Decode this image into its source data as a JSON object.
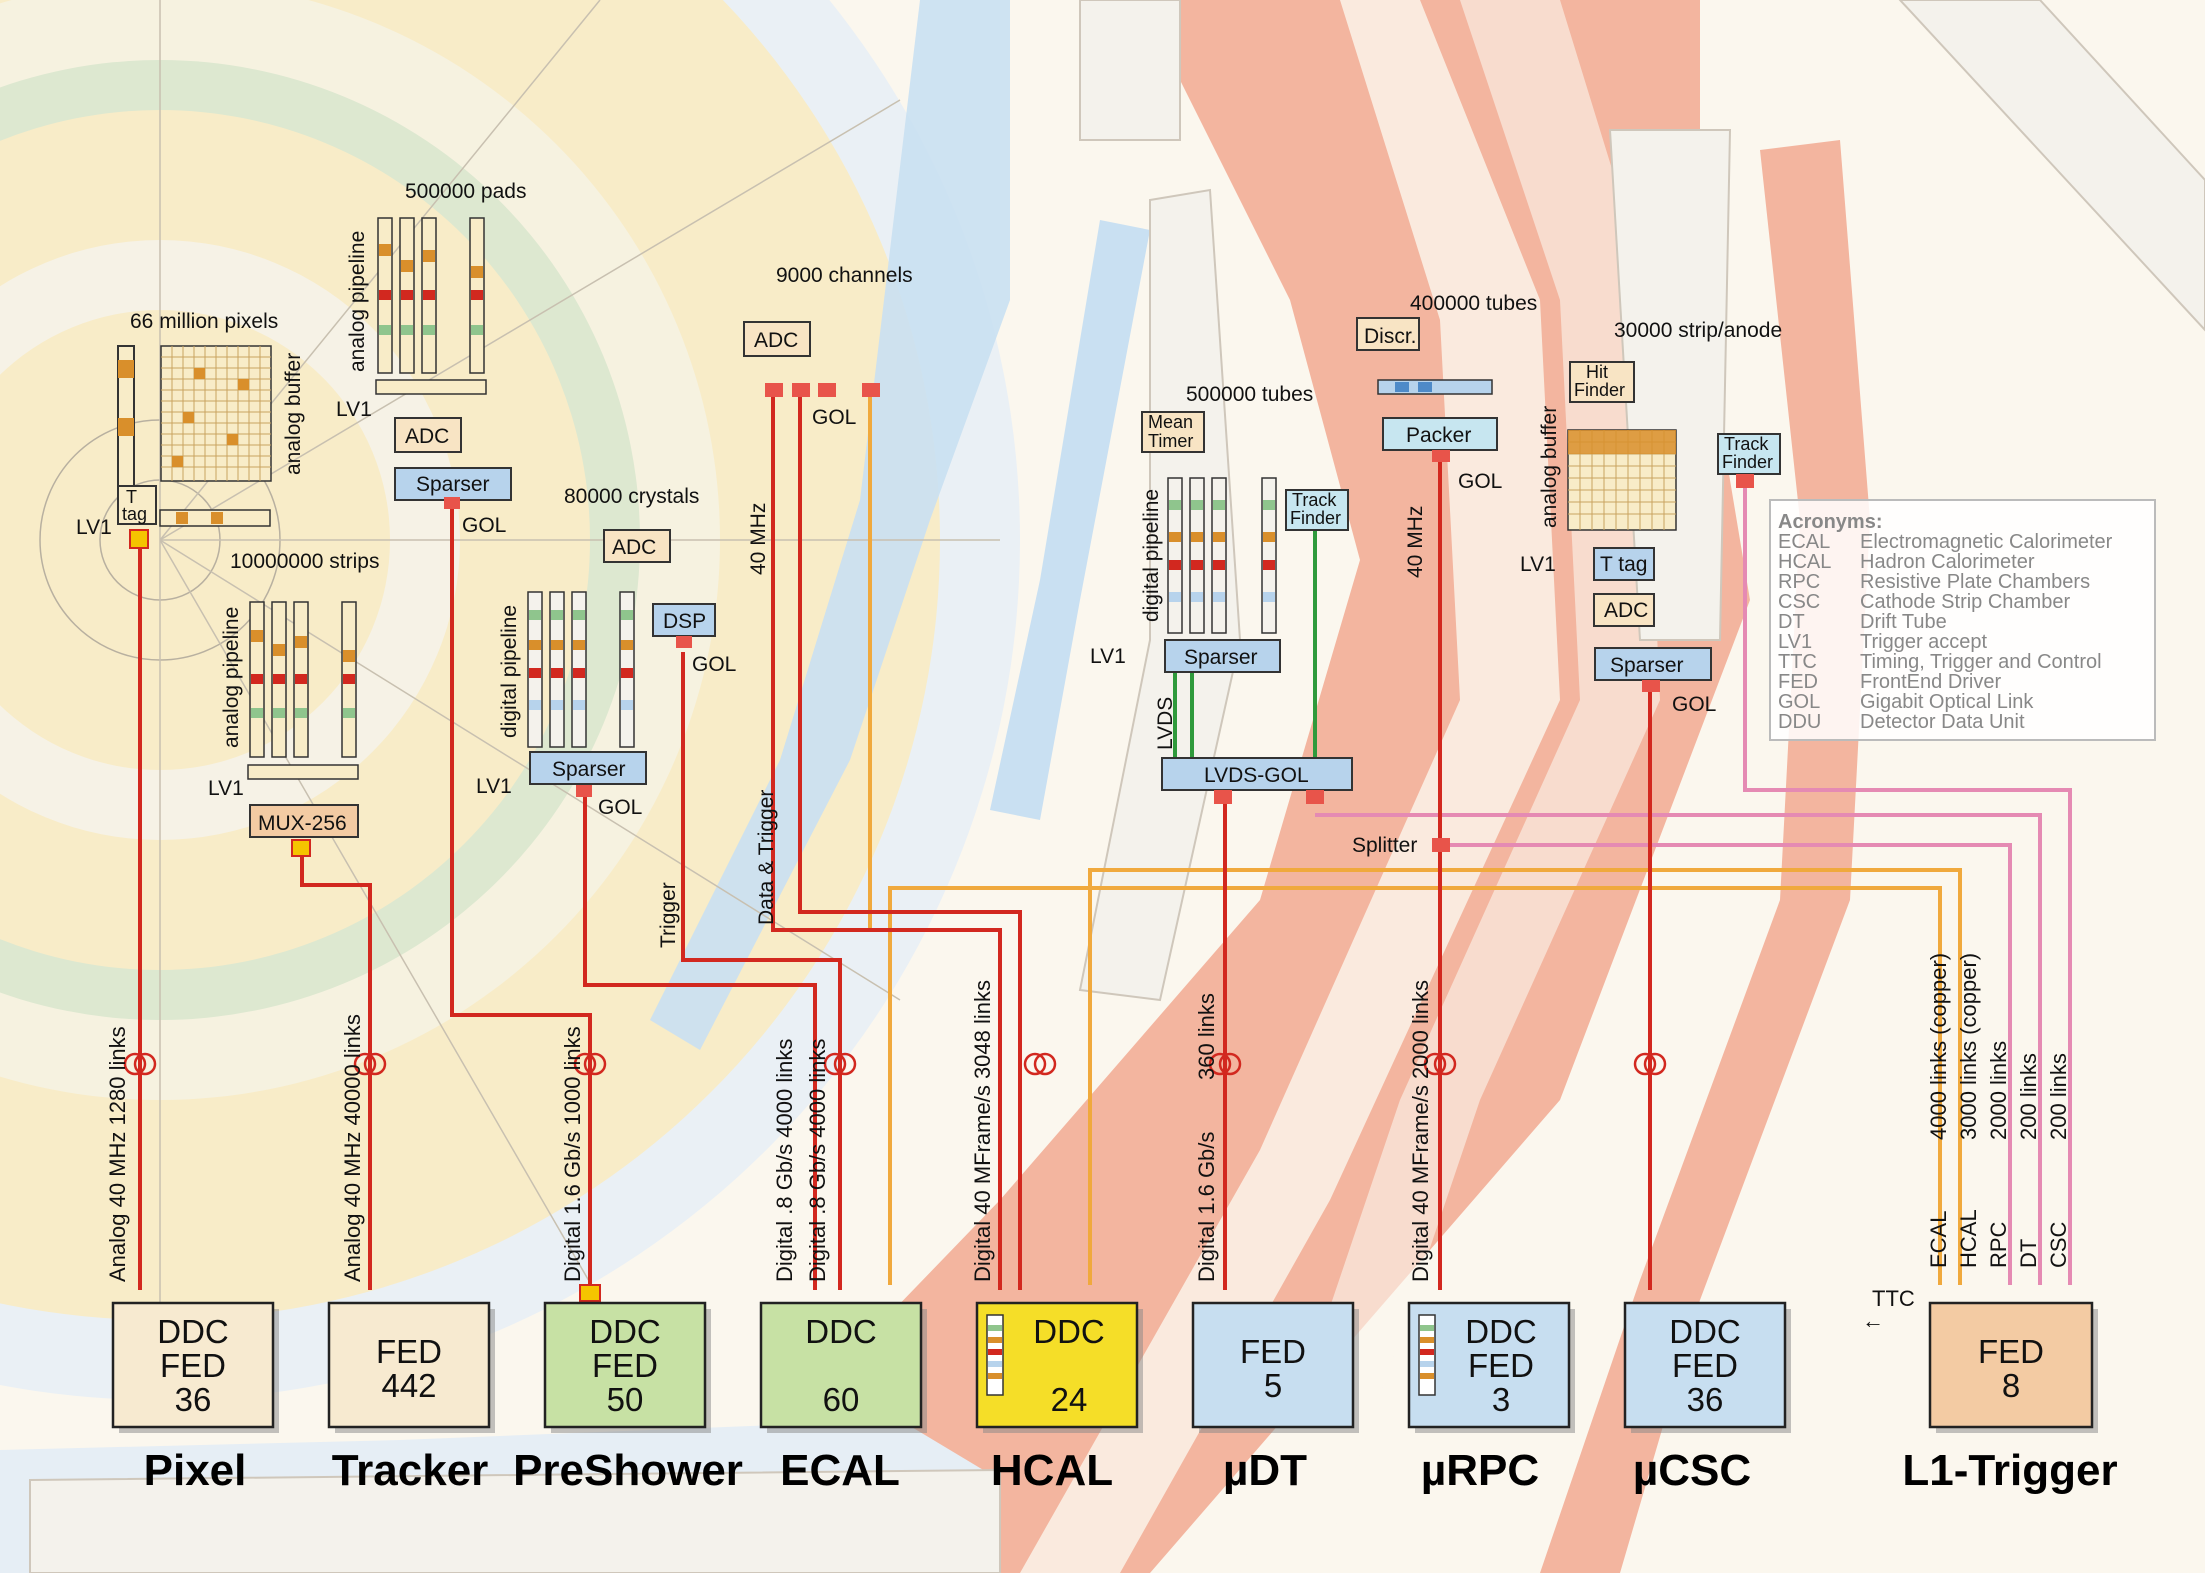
{
  "colors": {
    "red_link": "#d2281f",
    "orange_link": "#f0a93d",
    "pink_link": "#e58ab3",
    "green_link": "#2f9a3c",
    "tracker_bg": "#f8ecc8",
    "muon_bg": "#f3b59f",
    "ecal_green": "#c7e1a4",
    "hcal_yellow": "#f5de28",
    "muon_blue": "#c7def0",
    "trigger_tan": "#f3cba3",
    "pixel_cream": "#f7ead0"
  },
  "detectors": [
    {
      "id": "pixel",
      "name": "Pixel",
      "crate_lines": [
        "DDC",
        "FED",
        "36"
      ],
      "color": "pixel_cream"
    },
    {
      "id": "tracker",
      "name": "Tracker",
      "crate_lines": [
        "FED",
        "442"
      ],
      "color": "pixel_cream"
    },
    {
      "id": "preshower",
      "name": "PreShower",
      "crate_lines": [
        "DDC",
        "FED",
        "50"
      ],
      "color": "ecal_green"
    },
    {
      "id": "ecal",
      "name": "ECAL",
      "crate_lines": [
        "DDC",
        "",
        "60"
      ],
      "color": "ecal_green"
    },
    {
      "id": "hcal",
      "name": "HCAL",
      "crate_lines": [
        "DDC",
        "",
        "24"
      ],
      "color": "hcal_yellow"
    },
    {
      "id": "mudt",
      "name": "µDT",
      "crate_lines": [
        "FED",
        "5"
      ],
      "color": "muon_blue"
    },
    {
      "id": "murpc",
      "name": "µRPC",
      "crate_lines": [
        "DDC",
        "FED",
        "3"
      ],
      "color": "muon_blue"
    },
    {
      "id": "mucsc",
      "name": "µCSC",
      "crate_lines": [
        "DDC",
        "FED",
        "36"
      ],
      "color": "muon_blue"
    },
    {
      "id": "l1trigger",
      "name": "L1-Trigger",
      "crate_lines": [
        "FED",
        "8"
      ],
      "color": "trigger_tan"
    }
  ],
  "links": [
    {
      "detector": "pixel",
      "lines": [
        "Analog 40 MHz 1280 links"
      ]
    },
    {
      "detector": "tracker",
      "lines": [
        "Analog 40 MHz  40000 links"
      ]
    },
    {
      "detector": "preshower",
      "lines": [
        "Digital 1.6 Gb/s 1000 links"
      ]
    },
    {
      "detector": "ecal",
      "lines": [
        "Digital .8 Gb/s 4000 links",
        "Digital .8 Gb/s 4000 links"
      ]
    },
    {
      "detector": "hcal",
      "lines": [
        "Digital 40 MFrame/s 3048 links"
      ]
    },
    {
      "detector": "mudt",
      "lines": [
        "Digital 1.6 Gb/s",
        "360 links"
      ]
    },
    {
      "detector": "murpc",
      "lines": [
        "Digital 40 MFrame/s 2000 links"
      ]
    },
    {
      "detector": "trigger",
      "lines": [
        "4000 links (copper)",
        "3000 links (copper)",
        "2000 links",
        "200 links",
        "200 links"
      ]
    },
    {
      "detector": "trigger_inputs",
      "lines": [
        "ECAL",
        "HCAL",
        "RPC",
        "DT",
        "CSC"
      ]
    }
  ],
  "labels": {
    "pixels": "66 million pixels",
    "analog_buffer": "analog buffer",
    "t_tag": "T tag",
    "lv1": "LV1",
    "pads": "500000 pads",
    "analog_pipeline": "analog pipeline",
    "adc": "ADC",
    "sparser": "Sparser",
    "gol": "GOL",
    "strips": "10000000 strips",
    "mux": "MUX-256",
    "crystals": "80000 crystals",
    "digital_pipeline": "digital pipeline",
    "dsp": "DSP",
    "channels": "9000 channels",
    "mhz40": "40 MHz",
    "data_trigger": "Data & Trigger",
    "trigger": "Trigger",
    "tubes_dt": "500000 tubes",
    "mean_timer": "Mean Timer",
    "track_finder": "Track Finder",
    "lvds": "LVDS",
    "lvds_gol": "LVDS-GOL",
    "tubes_rpc": "400000 tubes",
    "discr": "Discr.",
    "packer": "Packer",
    "splitter": "Splitter",
    "strip_anode": "30000 strip/anode",
    "hit_finder": "Hit Finder",
    "t_tag_csc": "T tag",
    "ttc": "TTC"
  },
  "acronyms": {
    "title": "Acronyms:",
    "items": [
      {
        "abbr": "ECAL",
        "text": "Electromagnetic Calorimeter"
      },
      {
        "abbr": "HCAL",
        "text": "Hadron Calorimeter"
      },
      {
        "abbr": "RPC",
        "text": "Resistive Plate Chambers"
      },
      {
        "abbr": "CSC",
        "text": "Cathode Strip Chamber"
      },
      {
        "abbr": "DT",
        "text": "Drift Tube"
      },
      {
        "abbr": "LV1",
        "text": "Trigger accept"
      },
      {
        "abbr": "TTC",
        "text": "Timing, Trigger and Control"
      },
      {
        "abbr": "FED",
        "text": "FrontEnd Driver"
      },
      {
        "abbr": "GOL",
        "text": "Gigabit Optical Link"
      },
      {
        "abbr": "DDU",
        "text": "Detector Data Unit"
      }
    ]
  }
}
